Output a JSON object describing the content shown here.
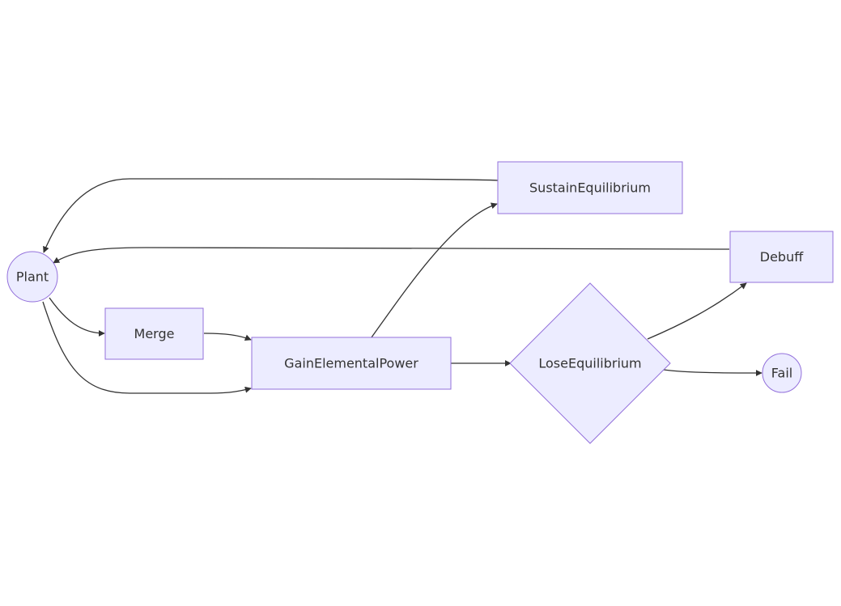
{
  "diagram": {
    "type": "flowchart",
    "colors": {
      "node_fill": "#ECECFF",
      "node_stroke": "#9370DB",
      "edge": "#333333",
      "text": "#333333",
      "background": "#FFFFFF"
    },
    "nodes": {
      "plant": {
        "label": "Plant",
        "shape": "circle"
      },
      "merge": {
        "label": "Merge",
        "shape": "rectangle"
      },
      "gain": {
        "label": "GainElementalPower",
        "shape": "rectangle"
      },
      "lose": {
        "label": "LoseEquilibrium",
        "shape": "diamond"
      },
      "sustain": {
        "label": "SustainEquilibrium",
        "shape": "rectangle"
      },
      "debuff": {
        "label": "Debuff",
        "shape": "rectangle"
      },
      "fail": {
        "label": "Fail",
        "shape": "circle"
      }
    },
    "edges": [
      {
        "from": "Plant",
        "to": "Merge"
      },
      {
        "from": "Plant",
        "to": "GainElementalPower"
      },
      {
        "from": "Merge",
        "to": "GainElementalPower"
      },
      {
        "from": "GainElementalPower",
        "to": "SustainEquilibrium"
      },
      {
        "from": "GainElementalPower",
        "to": "LoseEquilibrium"
      },
      {
        "from": "SustainEquilibrium",
        "to": "Plant"
      },
      {
        "from": "LoseEquilibrium",
        "to": "Debuff"
      },
      {
        "from": "LoseEquilibrium",
        "to": "Fail"
      },
      {
        "from": "Debuff",
        "to": "Plant"
      }
    ]
  }
}
